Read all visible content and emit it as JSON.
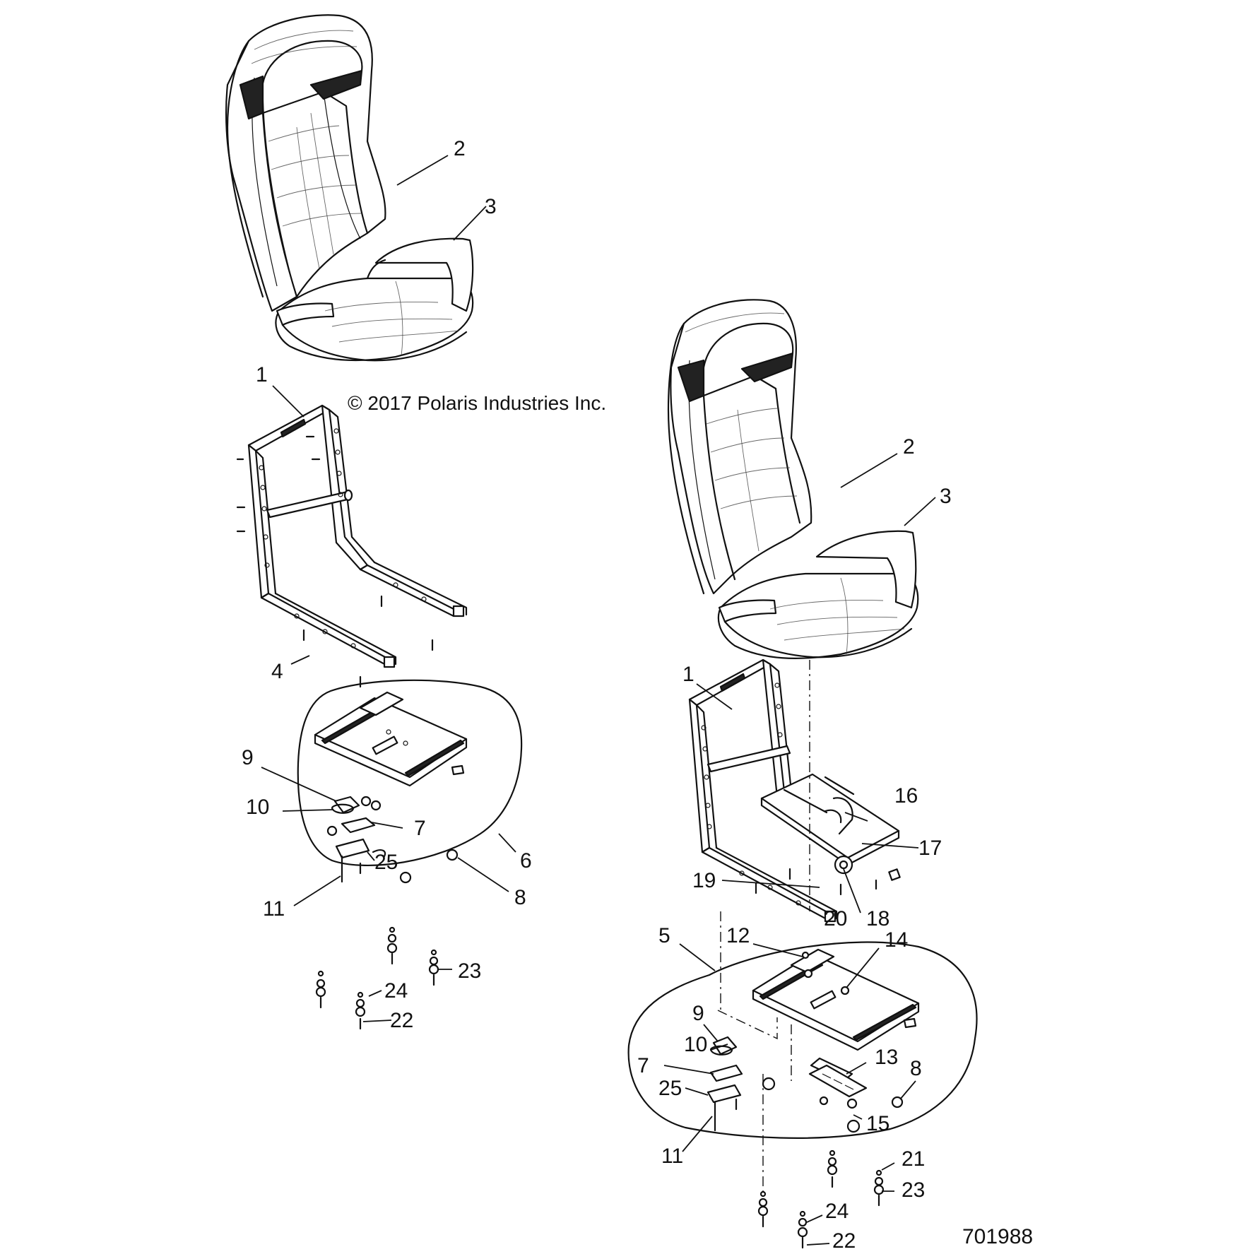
{
  "copyright": "© 2017 Polaris Industries Inc.",
  "document_id": "701988",
  "callouts_left": {
    "c2": "2",
    "c3": "3",
    "c1": "1",
    "c4": "4",
    "c9": "9",
    "c10": "10",
    "c7": "7",
    "c25": "25",
    "c6": "6",
    "c11": "11",
    "c8": "8",
    "c23": "23",
    "c24": "24",
    "c22": "22"
  },
  "callouts_right": {
    "c2": "2",
    "c3": "3",
    "c1": "1",
    "c16": "16",
    "c17": "17",
    "c19": "19",
    "c20": "20",
    "c18": "18",
    "c5": "5",
    "c12": "12",
    "c14": "14",
    "c9": "9",
    "c10": "10",
    "c7": "7",
    "c13": "13",
    "c8": "8",
    "c25": "25",
    "c15": "15",
    "c11": "11",
    "c21": "21",
    "c23": "23",
    "c24": "24",
    "c22": "22"
  }
}
